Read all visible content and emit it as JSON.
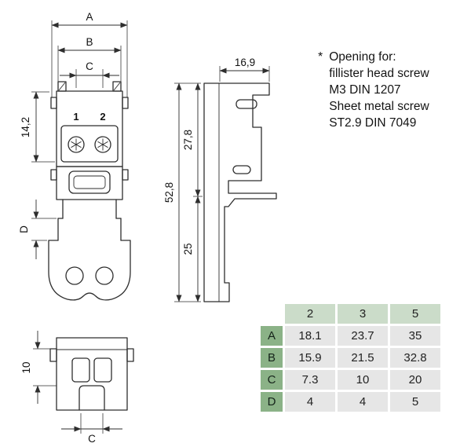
{
  "note": {
    "marker": "*",
    "lines": [
      "Opening for:",
      "fillister head screw",
      "M3 DIN 1207",
      "Sheet metal screw",
      "ST2.9 DIN 7049"
    ]
  },
  "dimensions": {
    "front": {
      "a": "A",
      "b": "B",
      "c": "C",
      "height_top": "14,2",
      "step": "D",
      "pole_1": "1",
      "pole_2": "2"
    },
    "side": {
      "width_top": "16,9",
      "upper": "27,8",
      "total": "52,8",
      "lower": "25"
    },
    "bottom": {
      "depth": "10",
      "pitch": "C"
    }
  },
  "table": {
    "corner": "",
    "columns": [
      "2",
      "3",
      "5"
    ],
    "rows": [
      {
        "label": "A",
        "values": [
          "18.1",
          "23.7",
          "35"
        ]
      },
      {
        "label": "B",
        "values": [
          "15.9",
          "21.5",
          "32.8"
        ]
      },
      {
        "label": "C",
        "values": [
          "7.3",
          "10",
          "20"
        ]
      },
      {
        "label": "D",
        "values": [
          "4",
          "4",
          "5"
        ]
      }
    ]
  },
  "colors": {
    "line": "#2e2e2e",
    "table_header_bg": "#cbdcc9",
    "table_row_label_bg": "#8bb287",
    "table_cell_bg": "#e6e6e6"
  }
}
